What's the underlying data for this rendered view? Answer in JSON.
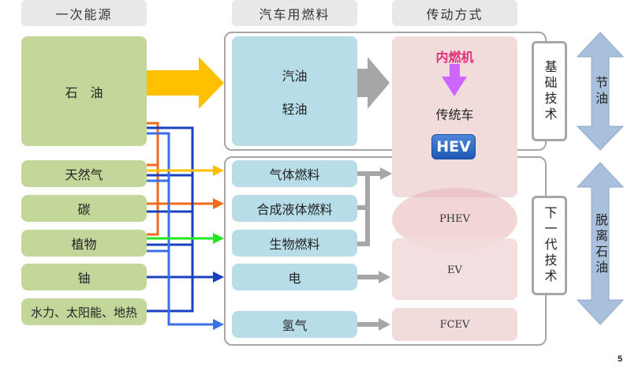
{
  "headers": {
    "primary_energy": "一次能源",
    "vehicle_fuel": "汽车用燃料",
    "drive_method": "传动方式"
  },
  "primary_sources": [
    {
      "label": "石　油"
    },
    {
      "label": "天然气"
    },
    {
      "label": "碳"
    },
    {
      "label": "植物"
    },
    {
      "label": "铀"
    },
    {
      "label": "水力、太阳能、地热"
    }
  ],
  "fuels": {
    "conventional": [
      "汽油",
      "轻油"
    ],
    "next_gen": [
      {
        "label": "气体燃料"
      },
      {
        "label": "合成液体燃料"
      },
      {
        "label": "生物燃料"
      },
      {
        "label": "电"
      },
      {
        "label": "氢气"
      }
    ]
  },
  "drive": {
    "engine": "内燃机",
    "conventional_car": "传统车",
    "hev": "HEV",
    "phev": "PHEV",
    "ev": "EV",
    "fcev": "FCEV"
  },
  "tech": {
    "basic": "基础技术",
    "next_gen": "下一代技术"
  },
  "goals": {
    "save_oil": "节油",
    "oil_free": "脱离石油"
  },
  "colors": {
    "oil_arrow": "#ffc000",
    "gas_line": "#ffc000",
    "coal_line": "#f26b1d",
    "plant_line": "#22e822",
    "electric_line": "#1a3fbf",
    "hydrogen_line": "#3b6fe6",
    "engine_text": "#e0307a",
    "engine_arrow": "#cc66ff",
    "goal_arrow": "#a9c0dd"
  },
  "page_number": "5"
}
